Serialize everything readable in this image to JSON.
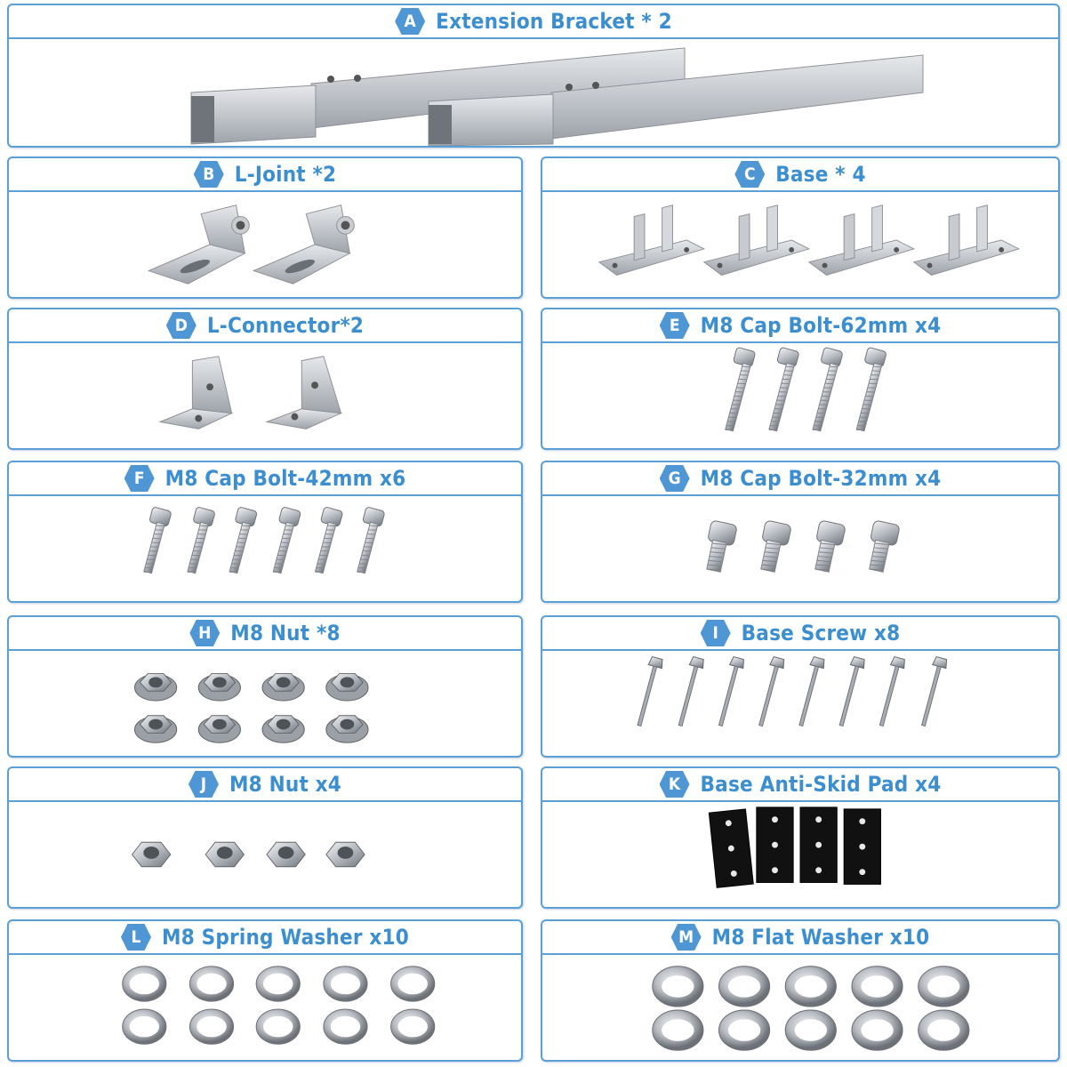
{
  "accent_color": "#4e97d4",
  "border_color": "#5a9fd6",
  "parts": {
    "a": {
      "letter": "A",
      "label": "Extension Bracket * 2"
    },
    "b": {
      "letter": "B",
      "label": "L-Joint *2"
    },
    "c": {
      "letter": "C",
      "label": "Base * 4"
    },
    "d": {
      "letter": "D",
      "label": "L-Connector*2"
    },
    "e": {
      "letter": "E",
      "label": "M8 Cap Bolt-62mm x4"
    },
    "f": {
      "letter": "F",
      "label": "M8 Cap Bolt-42mm x6"
    },
    "g": {
      "letter": "G",
      "label": "M8 Cap Bolt-32mm x4"
    },
    "h": {
      "letter": "H",
      "label": "M8 Nut *8"
    },
    "i": {
      "letter": "I",
      "label": "Base Screw x8"
    },
    "j": {
      "letter": "J",
      "label": "M8 Nut x4"
    },
    "k": {
      "letter": "K",
      "label": "Base Anti-Skid Pad x4"
    },
    "l": {
      "letter": "L",
      "label": "M8 Spring Washer x10"
    },
    "m": {
      "letter": "M",
      "label": "M8 Flat Washer x10"
    }
  }
}
